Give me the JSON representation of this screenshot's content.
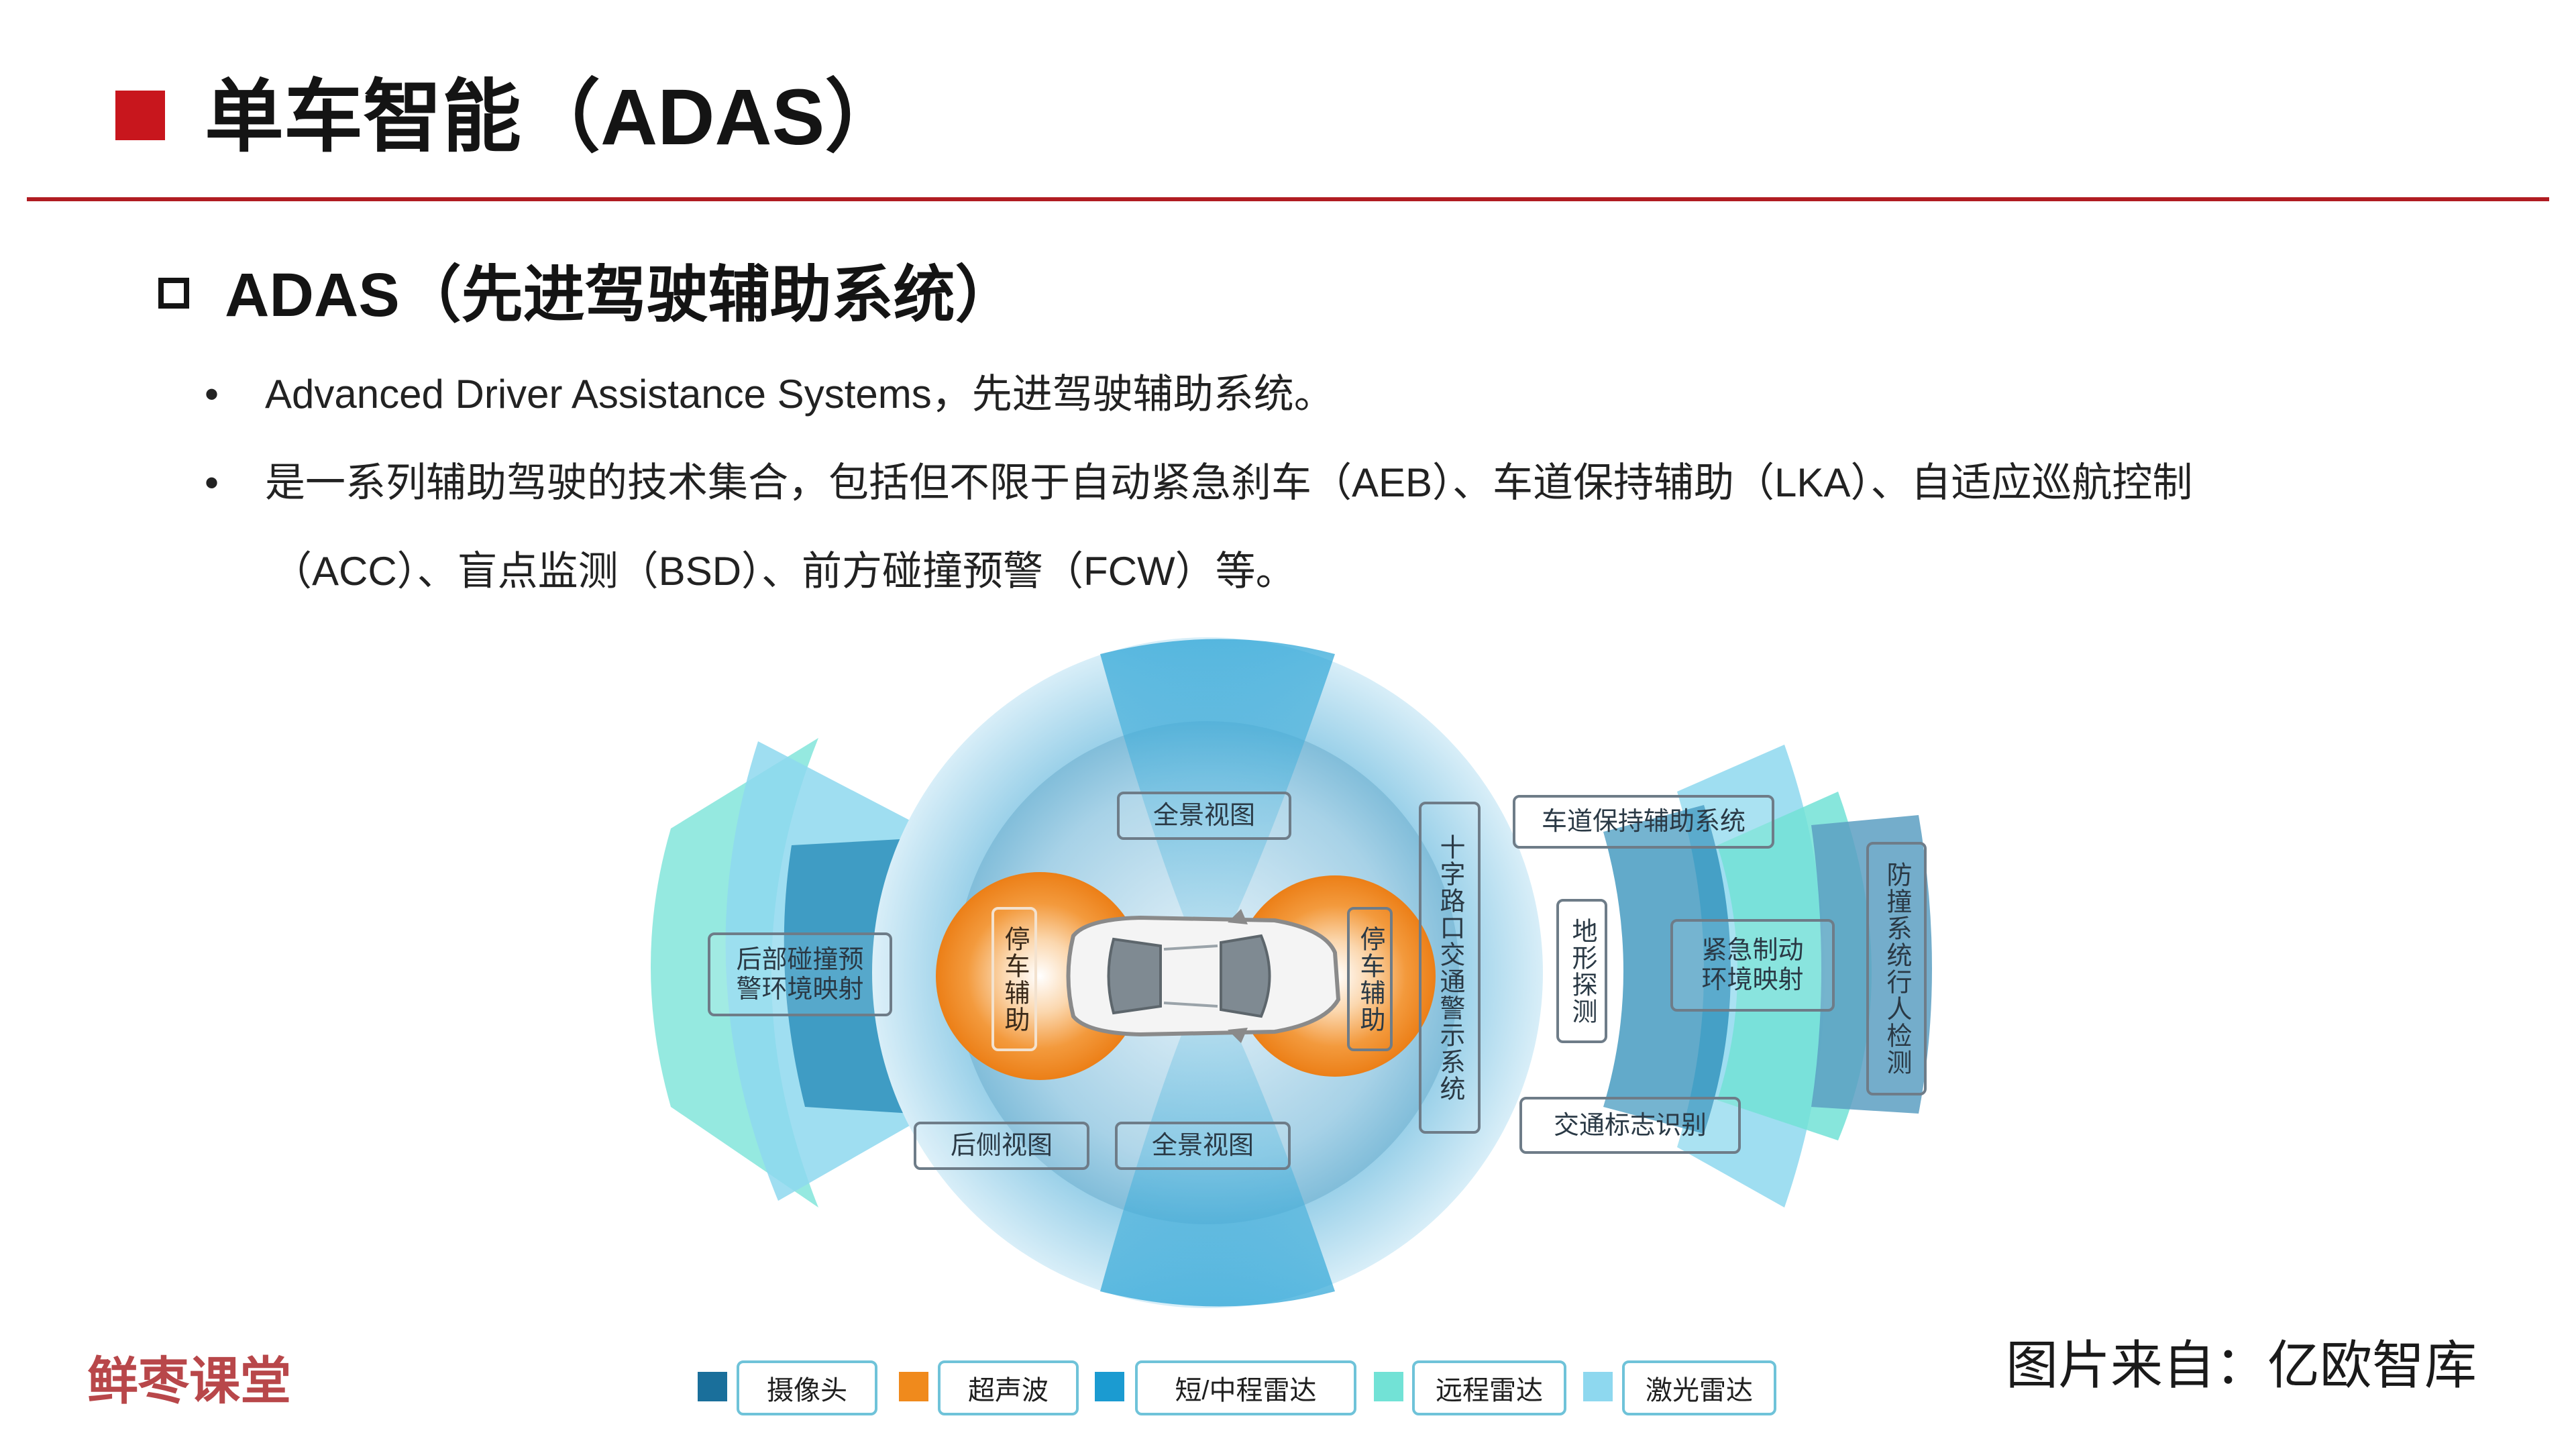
{
  "header": {
    "title": "单车智能（ADAS）"
  },
  "section": {
    "title": "ADAS（先进驾驶辅助系统）"
  },
  "bullets": [
    {
      "marker": "•",
      "lines": [
        "Advanced Driver Assistance Systems，先进驾驶辅助系统。"
      ]
    },
    {
      "marker": "•",
      "lines": [
        "是一系列辅助驾驶的技术集合，包括但不限于自动紧急刹车（AEB）、车道保持辅助（LKA）、自适应巡航控制",
        "（ACC）、盲点监测（BSD）、前方碰撞预警（FCW）等。"
      ]
    }
  ],
  "diagram": {
    "labels": {
      "surround_view_top": "全景视图",
      "surround_view_bottom": "全景视图",
      "rear_side_view": "后侧视图",
      "rear_collision": "后部碰撞预\n警环境映射",
      "parking_left": "停车辅助",
      "parking_right": "停车辅助",
      "cross_traffic": "十字路口交通警示系统",
      "lane_keep": "车道保持辅助系统",
      "terrain": "地形探测",
      "emergency_brake": "紧急制动\n环境映射",
      "pedestrian": "防撞系统行人检测",
      "traffic_sign": "交通标志识别"
    }
  },
  "legend": [
    {
      "label": "摄像头",
      "color": "#1a6f9b"
    },
    {
      "label": "超声波",
      "color": "#f08a1c"
    },
    {
      "label": "短/中程雷达",
      "color": "#1b9bd1"
    },
    {
      "label": "远程雷达",
      "color": "#72e2d6"
    },
    {
      "label": "激光雷达",
      "color": "#8ed8ef"
    }
  ],
  "footer": {
    "brand": "鲜枣课堂",
    "source": "图片来自：亿欧智库"
  }
}
